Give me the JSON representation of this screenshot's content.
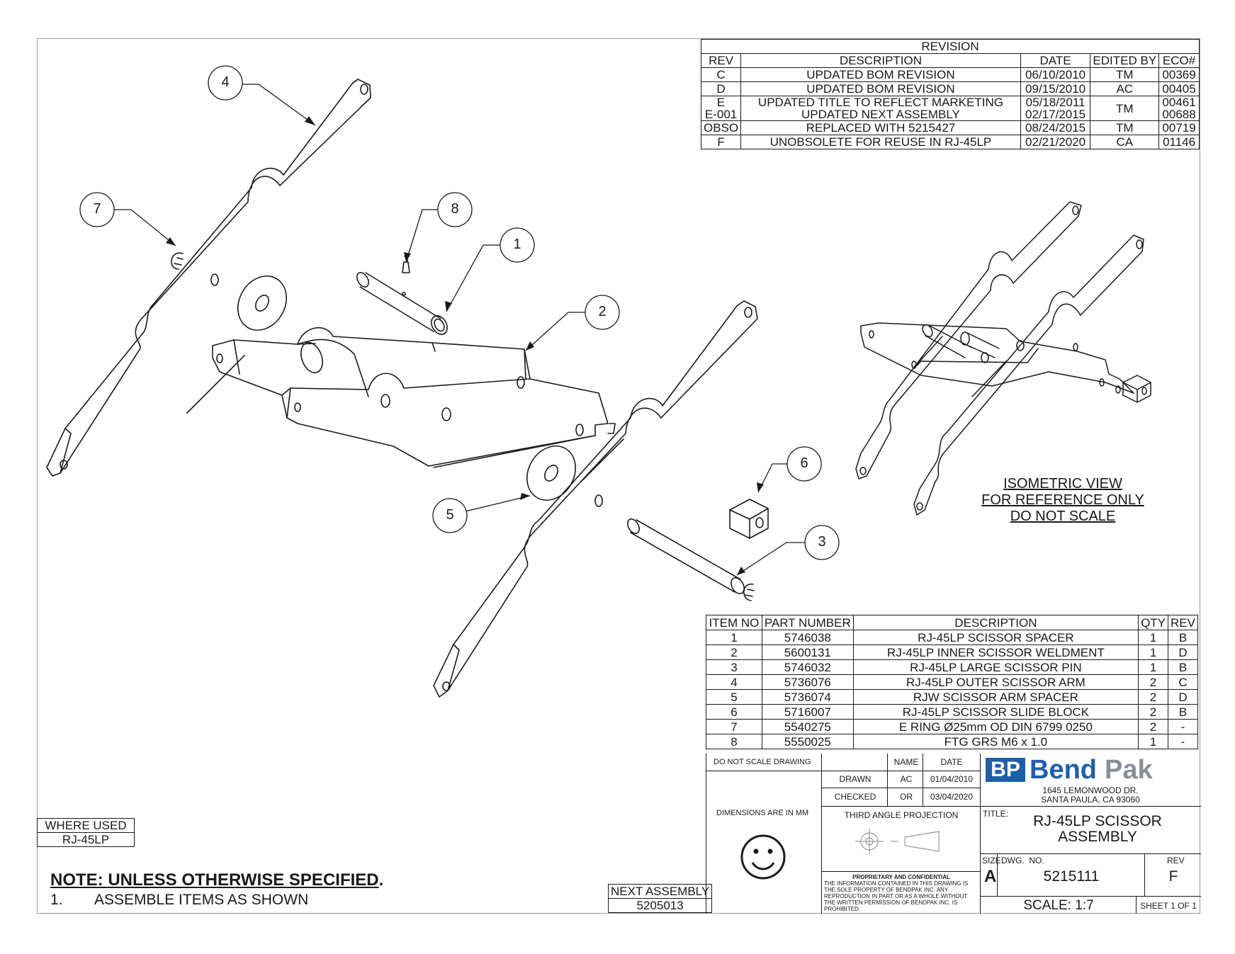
{
  "revision": {
    "title": "REVISION",
    "headers": [
      "REV",
      "DESCRIPTION",
      "DATE",
      "EDITED BY",
      "ECO#"
    ],
    "rows": [
      {
        "rev": "C",
        "description": "UPDATED BOM REVISION",
        "date": "06/10/2010",
        "edited_by": "TM",
        "eco": "00369"
      },
      {
        "rev": "D",
        "description": "UPDATED BOM REVISION",
        "date": "09/15/2010",
        "edited_by": "AC",
        "eco": "00405"
      },
      {
        "rev": "E",
        "rev2": "E-001",
        "description": "UPDATED TITLE TO REFLECT MARKETING",
        "description2": "UPDATED NEXT ASSEMBLY",
        "date": "05/18/2011",
        "date2": "02/17/2015",
        "edited_by": "TM",
        "eco": "00461",
        "eco2": "00688"
      },
      {
        "rev": "OBSO",
        "description": "REPLACED WITH 5215427",
        "date": "08/24/2015",
        "edited_by": "TM",
        "eco": "00719"
      },
      {
        "rev": "F",
        "description": "UNOBSOLETE FOR REUSE IN RJ-45LP",
        "date": "02/21/2020",
        "edited_by": "CA",
        "eco": "01146"
      }
    ]
  },
  "bom": {
    "headers": [
      "ITEM NO",
      "PART NUMBER",
      "DESCRIPTION",
      "QTY",
      "REV"
    ],
    "rows": [
      {
        "item": "1",
        "part": "5746038",
        "description": "RJ-45LP SCISSOR SPACER",
        "qty": "1",
        "rev": "B"
      },
      {
        "item": "2",
        "part": "5600131",
        "description": "RJ-45LP INNER SCISSOR WELDMENT",
        "qty": "1",
        "rev": "D"
      },
      {
        "item": "3",
        "part": "5746032",
        "description": "RJ-45LP LARGE SCISSOR PIN",
        "qty": "1",
        "rev": "B"
      },
      {
        "item": "4",
        "part": "5736076",
        "description": "RJ-45LP OUTER SCISSOR ARM",
        "qty": "2",
        "rev": "C"
      },
      {
        "item": "5",
        "part": "5736074",
        "description": "RJW SCISSOR ARM SPACER",
        "qty": "2",
        "rev": "D"
      },
      {
        "item": "6",
        "part": "5716007",
        "description": "RJ-45LP SCISSOR SLIDE BLOCK",
        "qty": "2",
        "rev": "B"
      },
      {
        "item": "7",
        "part": "5540275",
        "description": "E RING Ø25mm OD DIN 6799 0250",
        "qty": "2",
        "rev": "-"
      },
      {
        "item": "8",
        "part": "5550025",
        "description": "FTG GRS M6 x 1.0",
        "qty": "1",
        "rev": "-"
      }
    ]
  },
  "callouts": [
    "1",
    "2",
    "3",
    "4",
    "5",
    "6",
    "7",
    "8"
  ],
  "iso_note": {
    "line1": "ISOMETRIC VIEW",
    "line2": "FOR REFERENCE ONLY",
    "line3": "DO NOT SCALE"
  },
  "title_block": {
    "do_not_scale": "DO NOT SCALE DRAWING",
    "name_header": "NAME",
    "date_header": "DATE",
    "drawn_label": "DRAWN",
    "drawn_name": "AC",
    "drawn_date": "01/04/2010",
    "checked_label": "CHECKED",
    "checked_name": "OR",
    "checked_date": "03/04/2020",
    "dimensions": "DIMENSIONS ARE IN MM",
    "projection": "THIRD ANGLE PROJECTION",
    "proprietary_title": "PROPRIETARY AND CONFIDENTIAL",
    "proprietary_l1": "THE INFORMATION CONTAINED IN THIS DRAWING IS",
    "proprietary_l2": "THE SOLE PROPERTY OF BENDPAK INC. ANY",
    "proprietary_l3": "REPRODUCTION IN PART OR AS A WHOLE WITHOUT",
    "proprietary_l4": "THE WRITTEN PERMISSION OF BENDPAK INC. IS",
    "proprietary_l5": "PROHIBITED.",
    "logo_bp": "BP",
    "logo_bend": "Bend",
    "logo_pak": "Pak",
    "address_l1": "1645 LEMONWOOD DR.",
    "address_l2": "SANTA PAULA, CA 93060",
    "title_label": "TITLE:",
    "title_l1": "RJ-45LP SCISSOR",
    "title_l2": "ASSEMBLY",
    "size_label": "SIZE",
    "size": "A",
    "dwg_label": "DWG.  NO.",
    "dwg_no": "5215111",
    "rev_label": "REV",
    "rev": "F",
    "scale": "SCALE: 1:7",
    "sheet": "SHEET 1 OF 1"
  },
  "where_used": {
    "label": "WHERE USED",
    "value": "RJ-45LP"
  },
  "next_assembly": {
    "label": "NEXT ASSEMBLY",
    "value": "5205013"
  },
  "notes": {
    "heading": "NOTE: UNLESS OTHERWISE SPECIFIED",
    "heading_suffix": ".",
    "item_no": "1.",
    "item_text": "ASSEMBLE ITEMS AS SHOWN"
  },
  "colors": {
    "line": "#1a1a1a",
    "border": "#9a9a9a",
    "logo_blue": "#1f5fa8",
    "logo_gray": "#8a8f96"
  }
}
